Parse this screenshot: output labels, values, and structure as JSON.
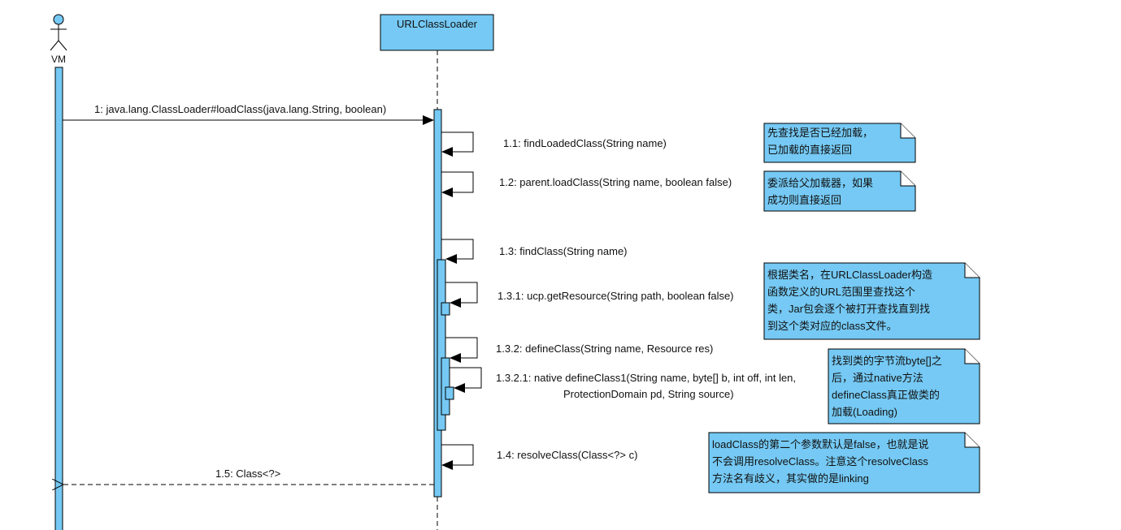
{
  "diagram": {
    "actor": {
      "name": "VM"
    },
    "lifeline": {
      "name": "URLClassLoader"
    },
    "messages": [
      {
        "id": "m1",
        "text": "1: java.lang.ClassLoader#loadClass(java.lang.String, boolean)"
      },
      {
        "id": "m11",
        "text": "1.1: findLoadedClass(String name)"
      },
      {
        "id": "m12",
        "text": "1.2: parent.loadClass(String name, boolean false)"
      },
      {
        "id": "m13",
        "text": "1.3:  findClass(String name)"
      },
      {
        "id": "m131",
        "text": "1.3.1: ucp.getResource(String path, boolean false)"
      },
      {
        "id": "m132",
        "text": "1.3.2: defineClass(String name, Resource res)"
      },
      {
        "id": "m1321a",
        "text": "1.3.2.1: native defineClass1(String name, byte[] b, int off, int len,"
      },
      {
        "id": "m1321b",
        "text": "ProtectionDomain pd, String source)"
      },
      {
        "id": "m14",
        "text": "1.4: resolveClass(Class<?> c)"
      },
      {
        "id": "m15",
        "text": "1.5: Class<?>"
      }
    ],
    "notes": [
      {
        "id": "n1",
        "lines": [
          "先查找是否已经加载，",
          "已加载的直接返回"
        ]
      },
      {
        "id": "n2",
        "lines": [
          "委派给父加载器，如果",
          "成功则直接返回"
        ]
      },
      {
        "id": "n3",
        "lines": [
          "根据类名，在URLClassLoader构造",
          "函数定义的URL范围里查找这个",
          "类，Jar包会逐个被打开查找直到找",
          "到这个类对应的class文件。"
        ]
      },
      {
        "id": "n4",
        "lines": [
          "找到类的字节流byte[]之",
          "后，通过native方法",
          "defineClass真正做类的",
          "加载(Loading)"
        ]
      },
      {
        "id": "n5",
        "lines": [
          "loadClass的第二个参数默认是false，也就是说",
          "不会调用resolveClass。注意这个resolveClass",
          "方法名有歧义，其实做的是linking"
        ]
      }
    ],
    "colors": {
      "fill": "#75c9f4",
      "stroke": "#000000",
      "note_fill": "#75c9f4"
    }
  }
}
